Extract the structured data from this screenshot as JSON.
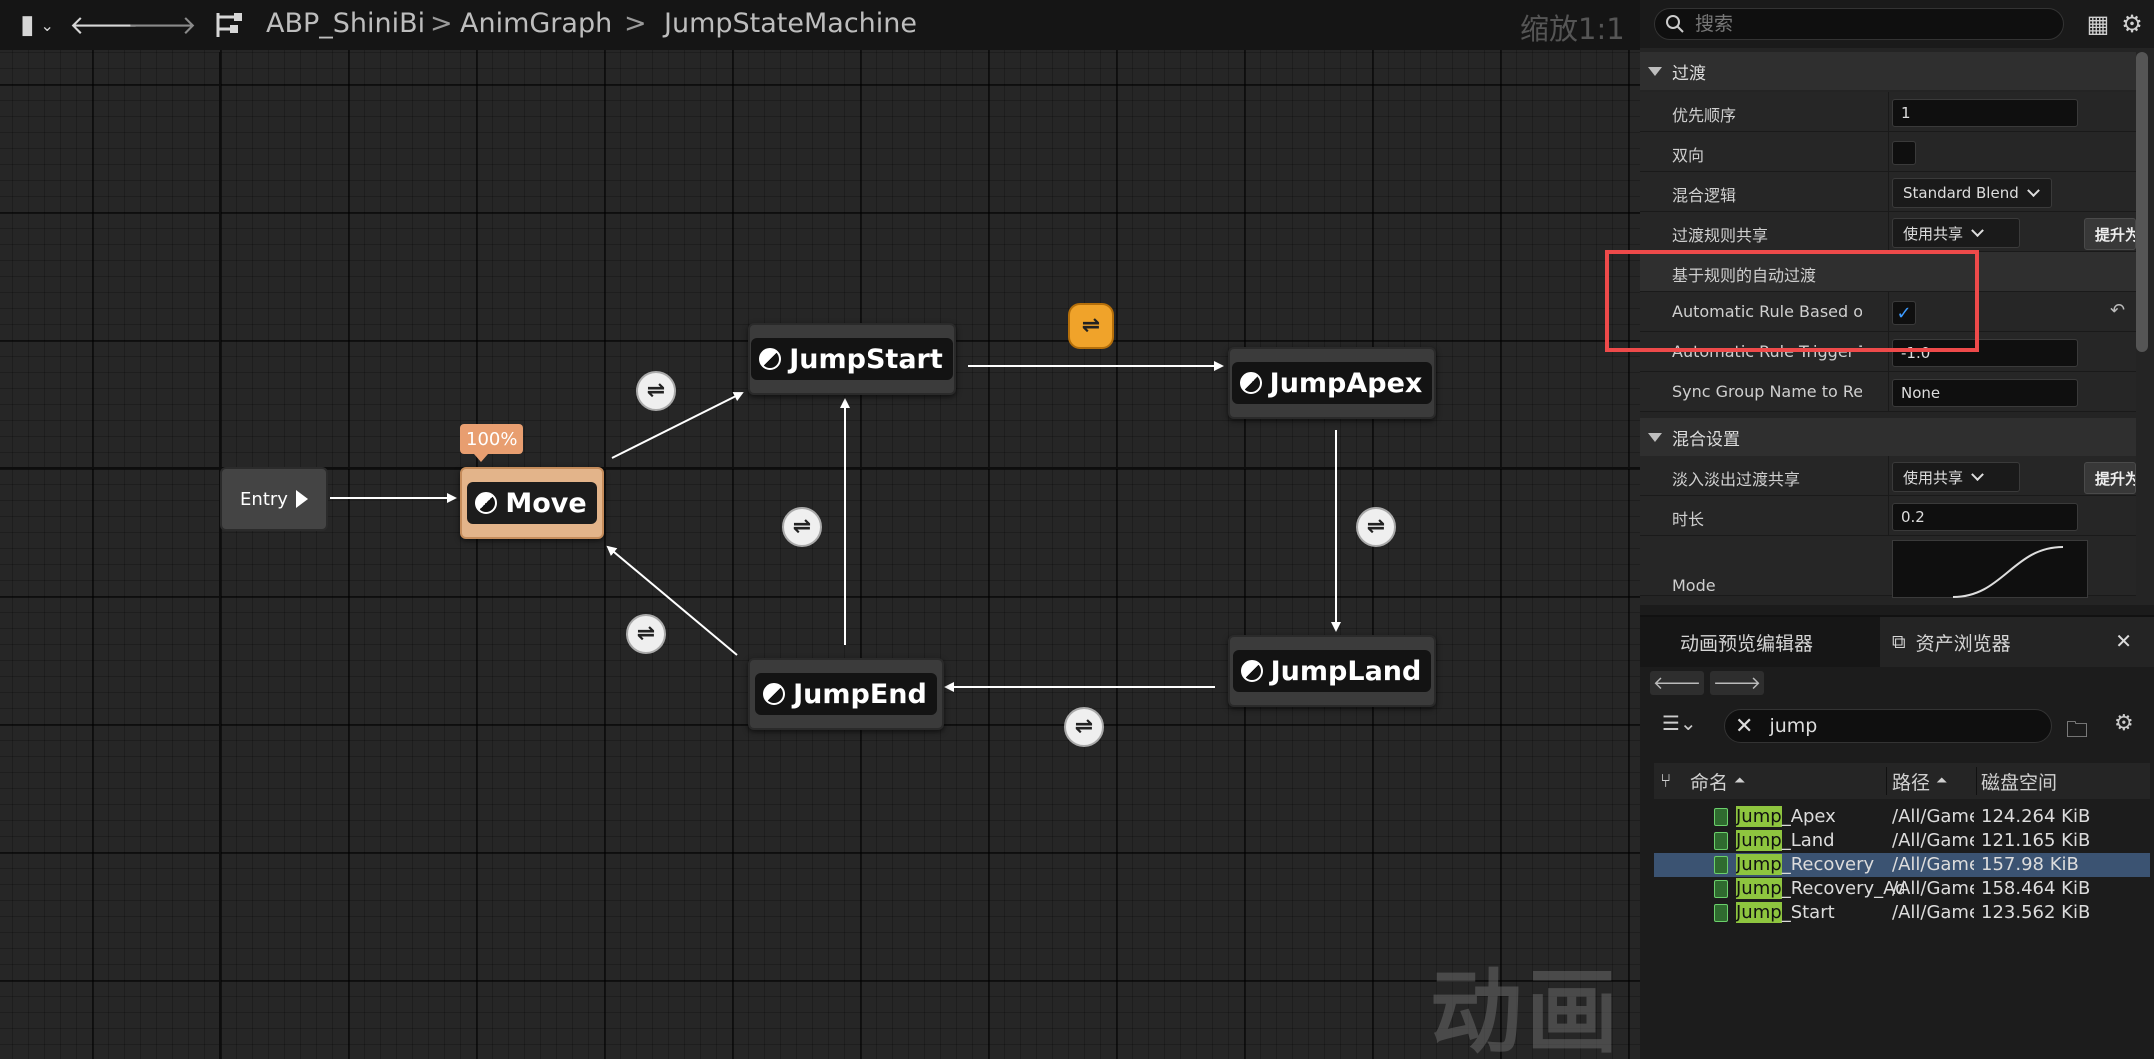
{
  "toolbar": {
    "breadcrumb": [
      "ABP_ShiniBi",
      "AnimGraph",
      "JumpStateMachine"
    ],
    "separator": ">",
    "zoom": "缩放1:1"
  },
  "graph": {
    "watermark": "动画",
    "entry_label": "Entry",
    "move_badge": "100%",
    "nodes": {
      "move": "Move",
      "jump_start": "JumpStart",
      "jump_apex": "JumpApex",
      "jump_land": "JumpLand",
      "jump_end": "JumpEnd"
    }
  },
  "details": {
    "search_placeholder": "搜索",
    "transition_section": "过渡",
    "blend_section": "混合设置",
    "rows": {
      "priority_label": "优先顺序",
      "priority_value": "1",
      "bidirectional_label": "双向",
      "blend_logic_label": "混合逻辑",
      "blend_logic_value": "Standard Blend",
      "rule_sharing_label": "过渡规则共享",
      "rule_sharing_value": "使用共享",
      "promote_label": "提升为",
      "auto_rule_label": "基于规则的自动过渡",
      "auto_rule_check_label": "Automatic Rule Based on...",
      "auto_rule_checked": "✓",
      "trigger_time_label": "Automatic Rule Trigger Ti...",
      "trigger_time_value": "-1.0",
      "sync_group_label": "Sync Group Name to Req...",
      "sync_group_value": "None",
      "crossfade_label": "淡入淡出过渡共享",
      "crossfade_value": "使用共享",
      "duration_label": "时长",
      "duration_value": "0.2",
      "mode_label": "Mode"
    }
  },
  "bottom": {
    "tab_preview": "动画预览编辑器",
    "tab_assets": "资产浏览器",
    "search_value": "jump",
    "columns": {
      "name": "命名",
      "path": "路径",
      "size": "磁盘空间"
    },
    "assets": [
      {
        "prefix": "Jump",
        "suffix": "_Apex",
        "path": "/All/Game/",
        "size": "124.264 KiB"
      },
      {
        "prefix": "Jump",
        "suffix": "_Land",
        "path": "/All/Game/",
        "size": "121.165 KiB"
      },
      {
        "prefix": "Jump",
        "suffix": "_Recovery",
        "path": "/All/Game/",
        "size": "157.98 KiB"
      },
      {
        "prefix": "Jump",
        "suffix": "_Recovery_Additive",
        "path": "/All/Game/",
        "size": "158.464 KiB"
      },
      {
        "prefix": "Jump",
        "suffix": "_Start",
        "path": "/All/Game/",
        "size": "123.562 KiB"
      }
    ],
    "selected_index": 2
  },
  "colors": {
    "highlight": "#ee4a4a",
    "move_node": "#e3b48a",
    "active_transition": "#f0a32a",
    "search_match": "#8ec53f"
  }
}
